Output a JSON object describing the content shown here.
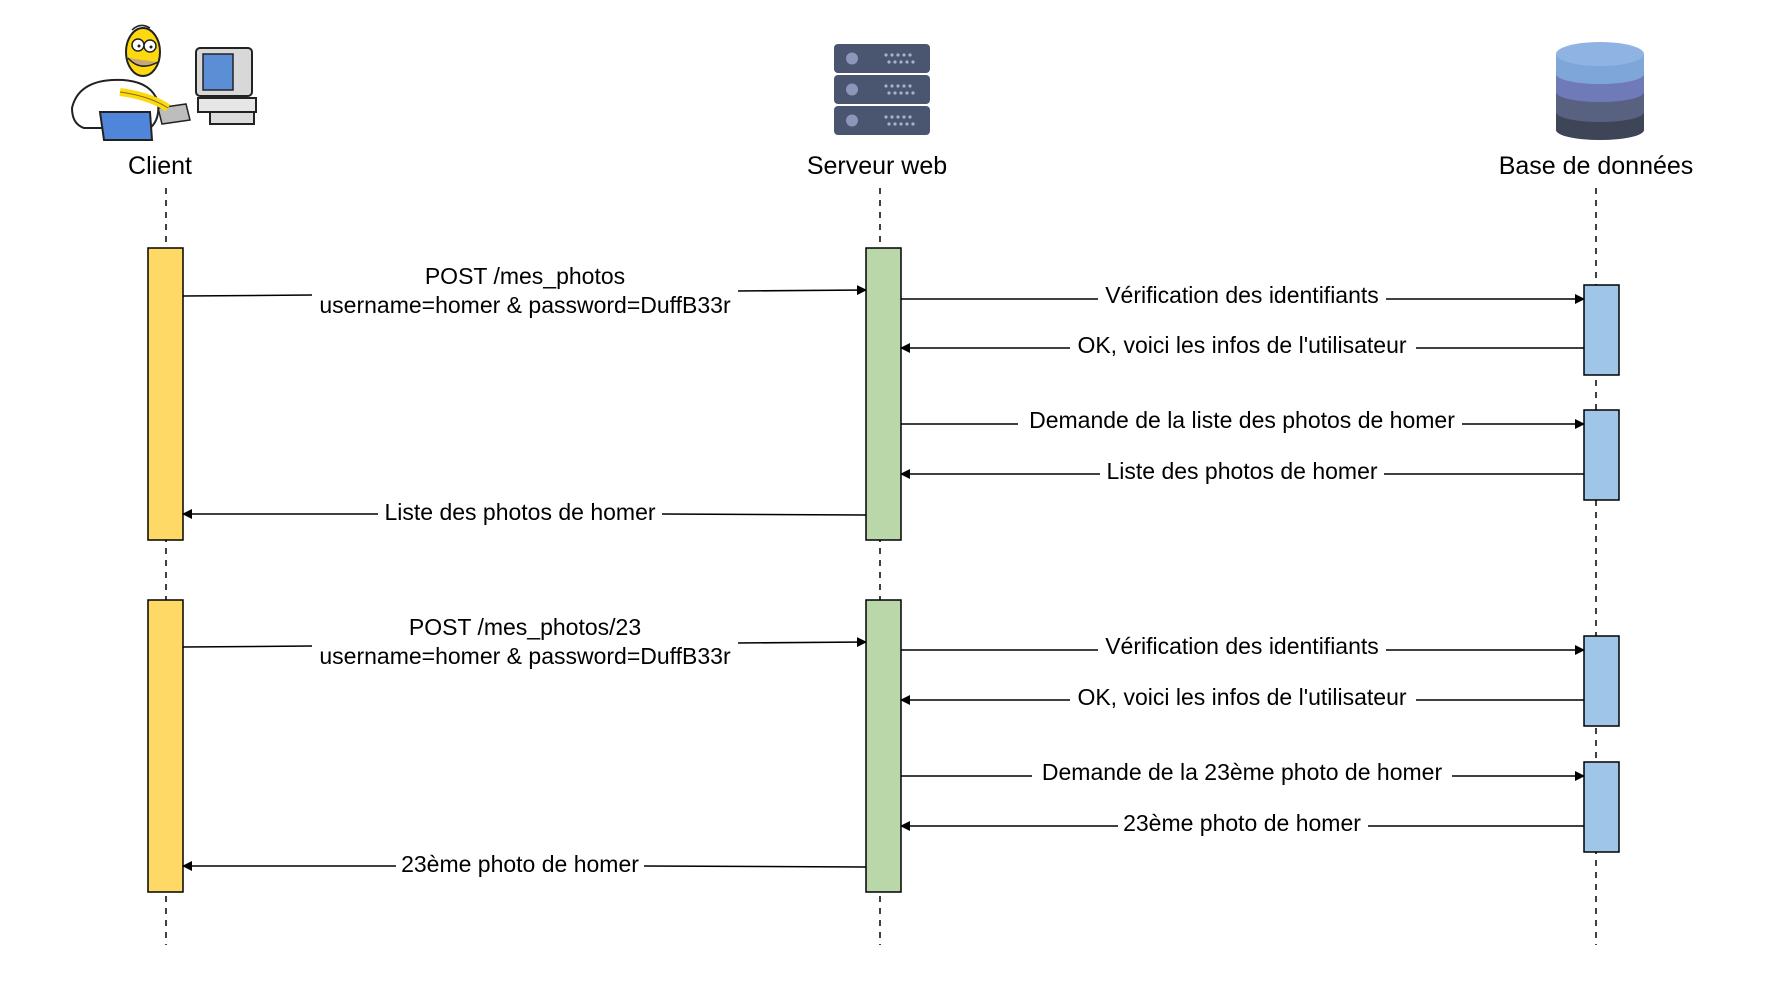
{
  "actors": [
    {
      "id": "client",
      "label": "Client",
      "icon": "homer-at-computer-icon"
    },
    {
      "id": "server",
      "label": "Serveur web",
      "icon": "server-rack-icon"
    },
    {
      "id": "db",
      "label": "Base de données",
      "icon": "database-icon"
    }
  ],
  "colors": {
    "client_activation": "#FFD966",
    "server_activation": "#B9D7A8",
    "db_activation": "#9FC5E8",
    "server_icon": "#4A5670",
    "db_icon_top": "#7EA6D9",
    "db_icon_mid": "#6E7BB8",
    "db_icon_low": "#58617F",
    "db_icon_bottom": "#3E4557",
    "line": "#000000"
  },
  "messages": [
    {
      "id": "m1",
      "from": "client",
      "to": "server",
      "lines": [
        "POST /mes_photos",
        "username=homer & password=DuffB33r"
      ]
    },
    {
      "id": "m2",
      "from": "server",
      "to": "db",
      "lines": [
        "Vérification des identifiants"
      ]
    },
    {
      "id": "m3",
      "from": "db",
      "to": "server",
      "lines": [
        "OK, voici les infos de l'utilisateur"
      ]
    },
    {
      "id": "m4",
      "from": "server",
      "to": "db",
      "lines": [
        "Demande de la liste des photos de homer"
      ]
    },
    {
      "id": "m5",
      "from": "db",
      "to": "server",
      "lines": [
        "Liste des photos de homer"
      ]
    },
    {
      "id": "m6",
      "from": "server",
      "to": "client",
      "lines": [
        "Liste des photos de homer"
      ]
    },
    {
      "id": "m7",
      "from": "client",
      "to": "server",
      "lines": [
        "POST /mes_photos/23",
        "username=homer & password=DuffB33r"
      ]
    },
    {
      "id": "m8",
      "from": "server",
      "to": "db",
      "lines": [
        "Vérification des identifiants"
      ]
    },
    {
      "id": "m9",
      "from": "db",
      "to": "server",
      "lines": [
        "OK, voici les infos de l'utilisateur"
      ]
    },
    {
      "id": "m10",
      "from": "server",
      "to": "db",
      "lines": [
        "Demande de la 23ème photo de homer"
      ]
    },
    {
      "id": "m11",
      "from": "db",
      "to": "server",
      "lines": [
        "23ème photo de homer"
      ]
    },
    {
      "id": "m12",
      "from": "server",
      "to": "client",
      "lines": [
        "23ème photo de homer"
      ]
    }
  ]
}
